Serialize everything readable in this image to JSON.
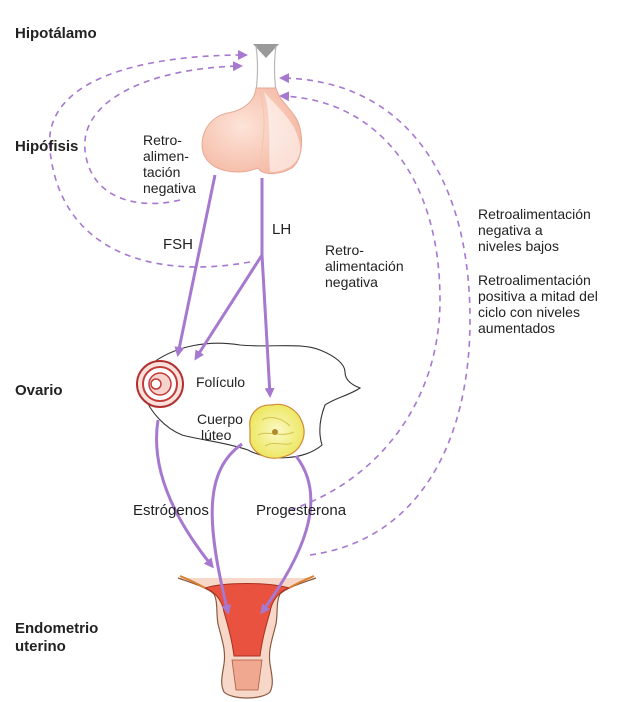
{
  "levels": {
    "hypothalamus": "Hipotálamo",
    "pituitary": "Hipófisis",
    "ovary": "Ovario",
    "endometrium_line1": "Endometrio",
    "endometrium_line2": "uterino"
  },
  "hormones": {
    "fsh": "FSH",
    "lh": "LH",
    "estrogens": "Estrógenos",
    "progesterone": "Progesterona"
  },
  "structures": {
    "follicle": "Folículo",
    "corpus_line1": "Cuerpo",
    "corpus_line2": "lúteo"
  },
  "feedback_left": [
    "Retro-",
    "alimen-",
    "tación",
    "negativa"
  ],
  "feedback_middle": [
    "Retro-",
    "alimentación",
    "negativa"
  ],
  "feedback_right_1": [
    "Retroalimentación",
    "negativa a",
    "niveles bajos"
  ],
  "feedback_right_2": [
    "Retroalimentación",
    "positiva a mitad del",
    "ciclo con niveles",
    "aumentados"
  ],
  "colors": {
    "arrow": "#a678cf",
    "follicle": "#c33a3a",
    "corpus_luteum": "#f2ef8a",
    "pituitary": "#fbd3c4",
    "uterus": "#e8523e"
  }
}
